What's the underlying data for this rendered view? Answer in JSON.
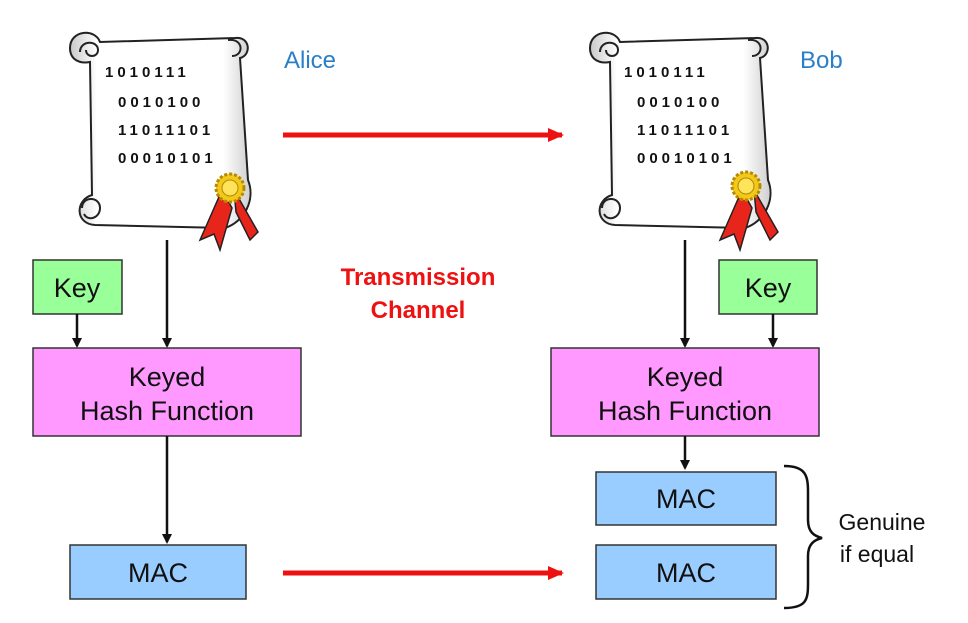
{
  "alice": {
    "name": "Alice",
    "message_lines": [
      "1010111",
      "0010100",
      "11011101",
      "00010101"
    ],
    "key_label": "Key",
    "hash_line1": "Keyed",
    "hash_line2": "Hash Function",
    "mac_label": "MAC"
  },
  "bob": {
    "name": "Bob",
    "message_lines": [
      "1010111",
      "0010100",
      "11011101",
      "00010101"
    ],
    "key_label": "Key",
    "hash_line1": "Keyed",
    "hash_line2": "Hash Function",
    "mac_computed_label": "MAC",
    "mac_received_label": "MAC"
  },
  "channel": {
    "line1": "Transmission",
    "line2": "Channel"
  },
  "verdict": {
    "line1": "Genuine",
    "line2": "if equal"
  },
  "colors": {
    "name_text": "#2a7fc9",
    "channel_text": "#ee1111",
    "arrow_red": "#ee1111",
    "key_fill": "#99ff99",
    "hash_fill": "#ff99ff",
    "mac_fill": "#99ccff",
    "ribbon": "#e8251b",
    "seal": "#f2c81b"
  }
}
